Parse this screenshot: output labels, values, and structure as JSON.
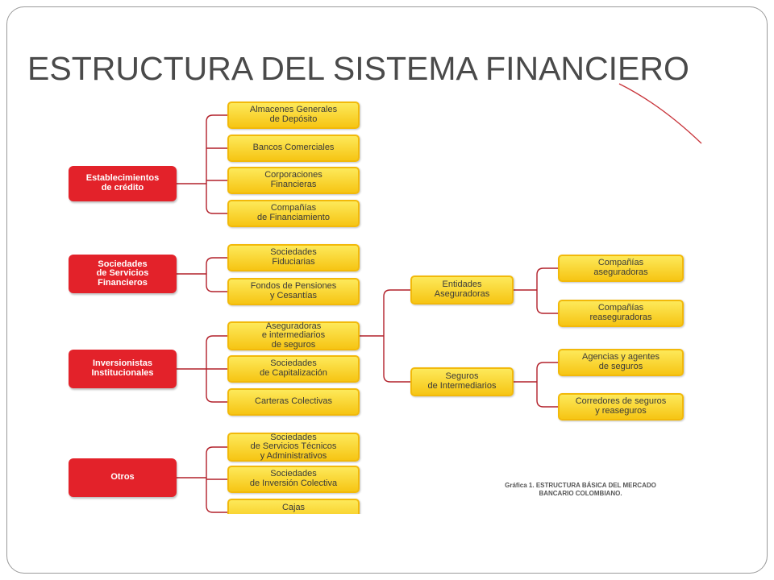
{
  "title": "ESTRUCTURA DEL SISTEMA FINANCIERO",
  "colors": {
    "category": "#e3222a",
    "entity": "#f9d21e",
    "connector": "#b2202a",
    "title": "#4a4a4a",
    "accent_line": "#c8343a"
  },
  "categories": [
    {
      "id": "credito",
      "label": "Establecimientos\nde crédito"
    },
    {
      "id": "servicios",
      "label": "Sociedades\nde Servicios\nFinancieros"
    },
    {
      "id": "inversionistas",
      "label": "Inversionistas\nInstitucionales"
    },
    {
      "id": "otros",
      "label": "Otros"
    }
  ],
  "entities": [
    {
      "id": "almacenes",
      "label": "Almacenes Generales\nde Depósito"
    },
    {
      "id": "bancos",
      "label": "Bancos Comerciales"
    },
    {
      "id": "corporaciones",
      "label": "Corporaciones\nFinancieras"
    },
    {
      "id": "companias_fin",
      "label": "Compañías\nde Financiamiento"
    },
    {
      "id": "fiduciarias",
      "label": "Sociedades\nFiduciarias"
    },
    {
      "id": "pensiones",
      "label": "Fondos de Pensiones\ny Cesantías"
    },
    {
      "id": "aseguradoras_int",
      "label": "Aseguradoras\ne intermediarios\nde seguros"
    },
    {
      "id": "capitalizacion",
      "label": "Sociedades\nde Capitalización"
    },
    {
      "id": "carteras",
      "label": "Carteras Colectivas"
    },
    {
      "id": "servicios_tec",
      "label": "Sociedades\nde Servicios Técnicos\ny Administrativos"
    },
    {
      "id": "inversion_col",
      "label": "Sociedades\nde Inversión Colectiva"
    },
    {
      "id": "cajas",
      "label": "Cajas"
    },
    {
      "id": "entidades_aseg",
      "label": "Entidades\nAseguradoras"
    },
    {
      "id": "seguros_int",
      "label": "Seguros\nde Intermediarios"
    },
    {
      "id": "comp_aseg",
      "label": "Compañías\naseguradoras"
    },
    {
      "id": "comp_reaseg",
      "label": "Compañías\nreaseguradoras"
    },
    {
      "id": "agencias",
      "label": "Agencias y agentes\nde seguros"
    },
    {
      "id": "corredores",
      "label": "Corredores de seguros\ny reaseguros"
    }
  ],
  "caption": "Gráfica 1. ESTRUCTURA BÁSICA DEL MERCADO\nBANCARIO COLOMBIANO."
}
